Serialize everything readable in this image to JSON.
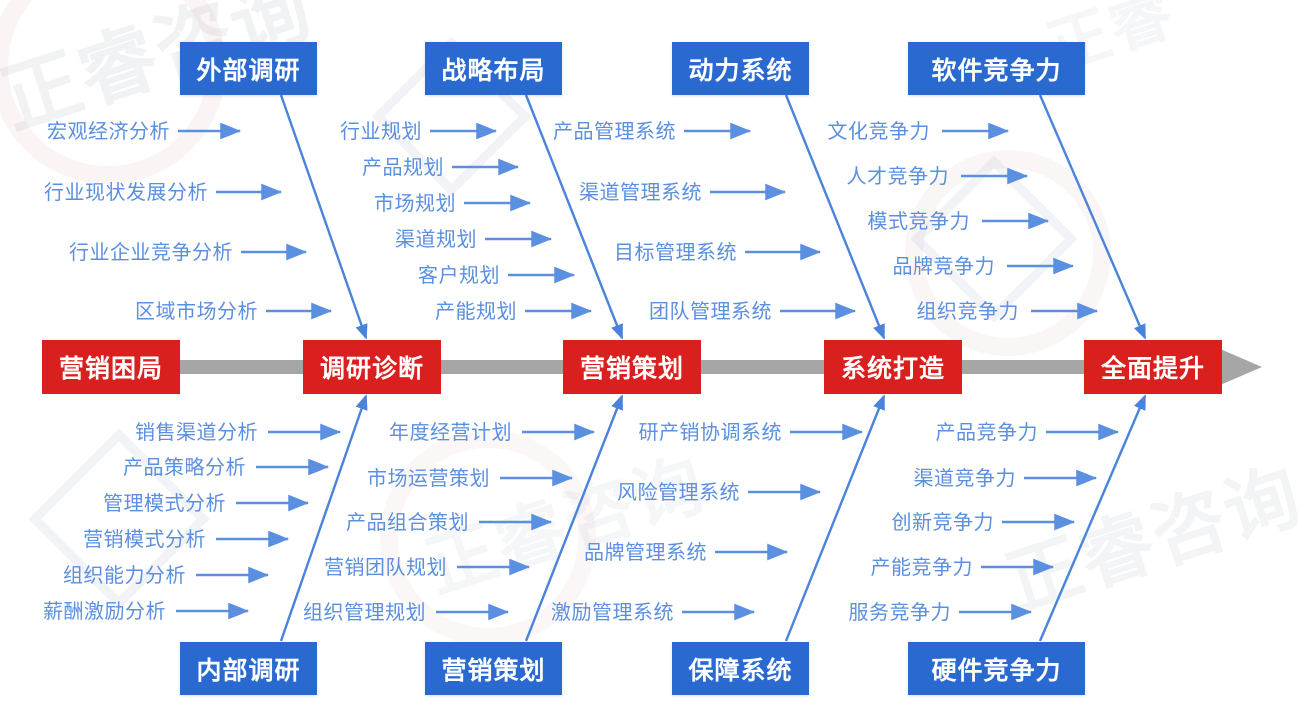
{
  "diagram": {
    "type": "fishbone",
    "title_boxes_color": "#2a6ad0",
    "spine_color": "#d9201f",
    "bone_text_color": "#5b8fe0",
    "arrow_color": "#a6a6a6"
  },
  "spine": {
    "stages": [
      {
        "label": "营销困局"
      },
      {
        "label": "调研诊断"
      },
      {
        "label": "营销策划"
      },
      {
        "label": "系统打造"
      },
      {
        "label": "全面提升"
      }
    ]
  },
  "categories_top": [
    {
      "label": "外部调研"
    },
    {
      "label": "战略布局"
    },
    {
      "label": "动力系统"
    },
    {
      "label": "软件竞争力"
    }
  ],
  "categories_bottom": [
    {
      "label": "内部调研"
    },
    {
      "label": "营销策划"
    },
    {
      "label": "保障系统"
    },
    {
      "label": "硬件竞争力"
    }
  ],
  "branches_top": [
    {
      "category": "外部调研",
      "items": [
        "宏观经济分析",
        "行业现状发展分析",
        "行业企业竞争分析",
        "区域市场分析"
      ]
    },
    {
      "category": "战略布局",
      "items": [
        "行业规划",
        "产品规划",
        "市场规划",
        "渠道规划",
        "客户规划",
        "产能规划"
      ]
    },
    {
      "category": "动力系统",
      "items": [
        "产品管理系统",
        "渠道管理系统",
        "目标管理系统",
        "团队管理系统"
      ]
    },
    {
      "category": "软件竞争力",
      "items": [
        "文化竞争力",
        "人才竞争力",
        "模式竞争力",
        "品牌竞争力",
        "组织竞争力"
      ]
    }
  ],
  "branches_bottom": [
    {
      "category": "内部调研",
      "items": [
        "销售渠道分析",
        "产品策略分析",
        "管理模式分析",
        "营销模式分析",
        "组织能力分析",
        "薪酬激励分析"
      ]
    },
    {
      "category": "营销策划",
      "items": [
        "年度经营计划",
        "市场运营策划",
        "产品组合策划",
        "营销团队规划",
        "组织管理规划"
      ]
    },
    {
      "category": "保障系统",
      "items": [
        "研产销协调系统",
        "风险管理系统",
        "品牌管理系统",
        "激励管理系统"
      ]
    },
    {
      "category": "硬件竞争力",
      "items": [
        "产品竞争力",
        "渠道竞争力",
        "创新竞争力",
        "产能竞争力",
        "服务竞争力"
      ]
    }
  ]
}
